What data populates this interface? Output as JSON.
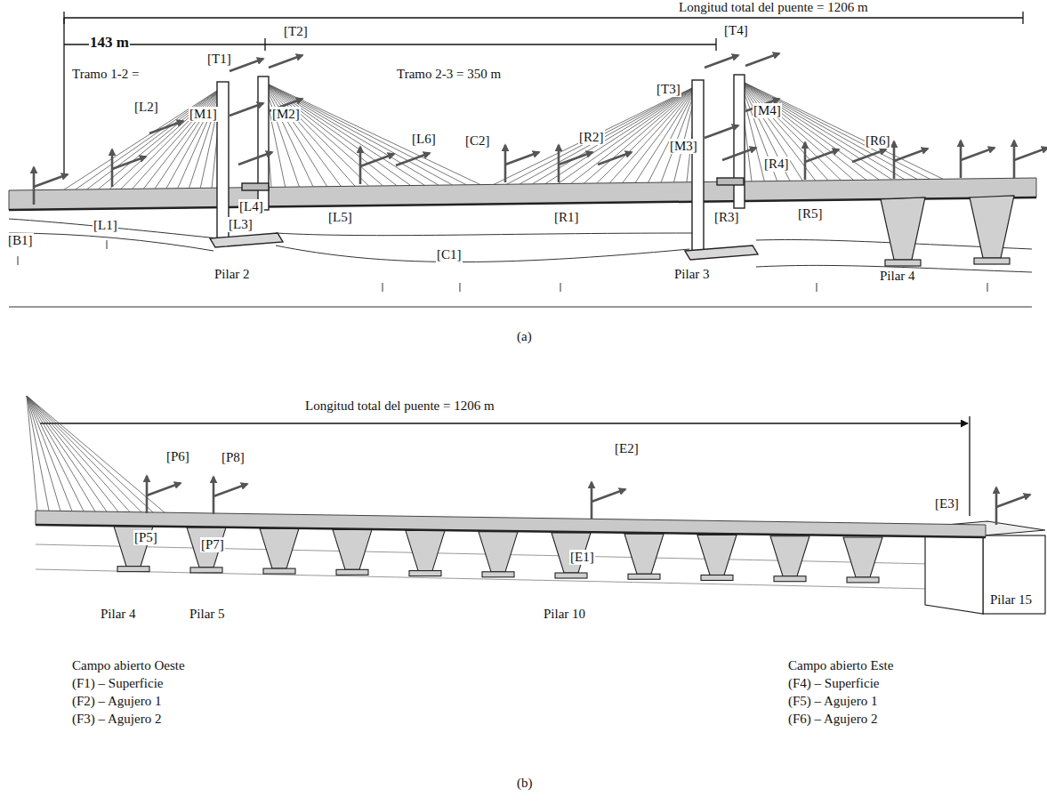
{
  "diagram": {
    "labels": [
      "Longitud total del puente = 1206 m",
      "Tramo 1-2 =",
      "143 m",
      "[T2]",
      "[T1]",
      "Tramo 2-3 = 350 m",
      "[T4]",
      "[T3]",
      "[M2]",
      "[M1]",
      "[M4]",
      "[M3]",
      "[L2]",
      "[L6]",
      "[C2]",
      "[R2]",
      "[R6]",
      "[L4]",
      "[R4]",
      "[L3]",
      "[L5]",
      "[R1]",
      "[R3]",
      "[R5]",
      "[L1]",
      "[B1]",
      "[C1]",
      "Pilar 2",
      "Pilar 3",
      "Pilar 4",
      "(a)",
      "Longitud total del puente = 1206 m",
      "[P6]",
      "[P8]",
      "[E2]",
      "[P5]",
      "[P7]",
      "[E1]",
      "[E3]",
      "Pilar 4",
      "Pilar 5",
      "Pilar 10",
      "Pilar 15",
      "Campo abierto Oeste",
      "(F1) – Superficie",
      "(F2) – Agujero 1",
      "(F3) – Agujero 2",
      "Campo abierto Este",
      "(F4) – Superficie",
      "(F5) – Agujero 1",
      "(F6) – Agujero 2",
      "(b)"
    ]
  }
}
